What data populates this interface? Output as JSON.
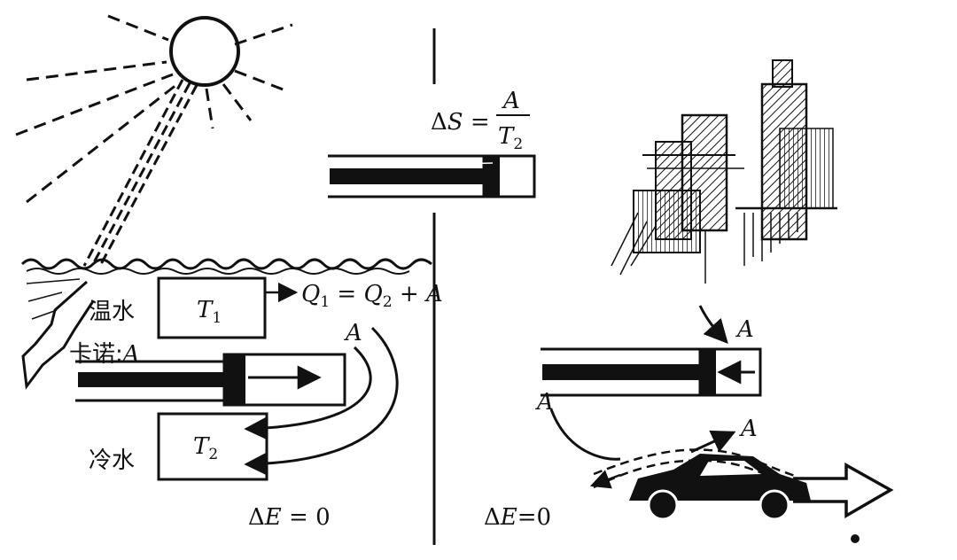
{
  "labels": {
    "warm_water": "温水",
    "cold_water": "冷水",
    "carnot_prefix": "卡诺:",
    "carnot_var": "A",
    "t1_var": "T",
    "t1_sub": "1",
    "t2_var": "T",
    "t2_sub": "2",
    "eq_q1": "Q",
    "eq_q1_sub": "1",
    "eq_eq": " = ",
    "eq_q2": "Q",
    "eq_q2_sub": "2",
    "eq_plus": " + ",
    "eq_a": "A",
    "a_left_arc": "A",
    "delta_e_left_delta": "Δ",
    "delta_e_left_var": "E",
    "delta_e_left_rest": " = 0",
    "delta_s_delta": "Δ",
    "delta_s_var": "S",
    "delta_s_eq": " = ",
    "delta_s_num": "A",
    "delta_s_den": "T",
    "delta_s_den_sub": "2",
    "a_city": "A",
    "a_piston_left": "A",
    "a_car": "A",
    "delta_e_right_delta": "Δ",
    "delta_e_right_var": "E",
    "delta_e_right_rest": "=0"
  },
  "colors": {
    "ink": "#111111",
    "background": "#ffffff"
  }
}
